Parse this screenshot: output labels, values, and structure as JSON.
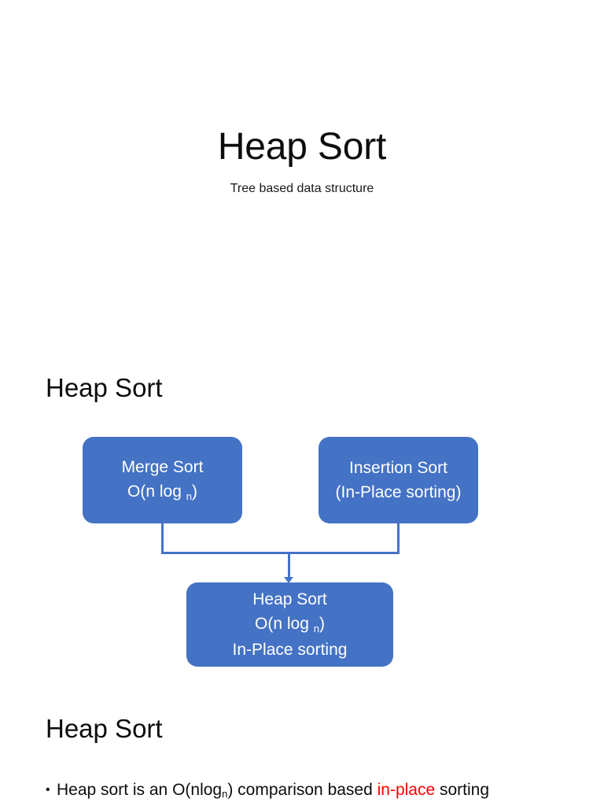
{
  "slide": {
    "title": "Heap Sort",
    "subtitle": "Tree based data structure"
  },
  "sections": [
    {
      "heading": "Heap Sort"
    },
    {
      "heading": "Heap Sort"
    }
  ],
  "diagram": {
    "type": "flowchart",
    "node_fill_color": "#4472C4",
    "node_text_color": "#FFFFFF",
    "connector_color": "#4472C4",
    "nodes": [
      {
        "id": "merge-sort",
        "lines": [
          "Merge Sort",
          "O(n log "
        ],
        "line1": "Merge Sort",
        "complexity_prefix": "O(n log ",
        "complexity_sub": "n",
        "complexity_suffix": ")"
      },
      {
        "id": "insertion-sort",
        "line1": "Insertion Sort",
        "line2": "(In-Place sorting)"
      },
      {
        "id": "heap-sort",
        "line1": "Heap Sort",
        "complexity_prefix": "O(n log ",
        "complexity_sub": "n",
        "complexity_suffix": ")",
        "line3": "In-Place sorting"
      }
    ],
    "edges": [
      {
        "from": "merge-sort",
        "to": "heap-sort"
      },
      {
        "from": "insertion-sort",
        "to": "heap-sort"
      }
    ]
  },
  "bullets": [
    {
      "text_before": "Heap sort is an O(nlog",
      "sub": "n",
      "text_middle": ") comparison based ",
      "highlight": "in-place",
      "text_after": " sorting"
    }
  ]
}
